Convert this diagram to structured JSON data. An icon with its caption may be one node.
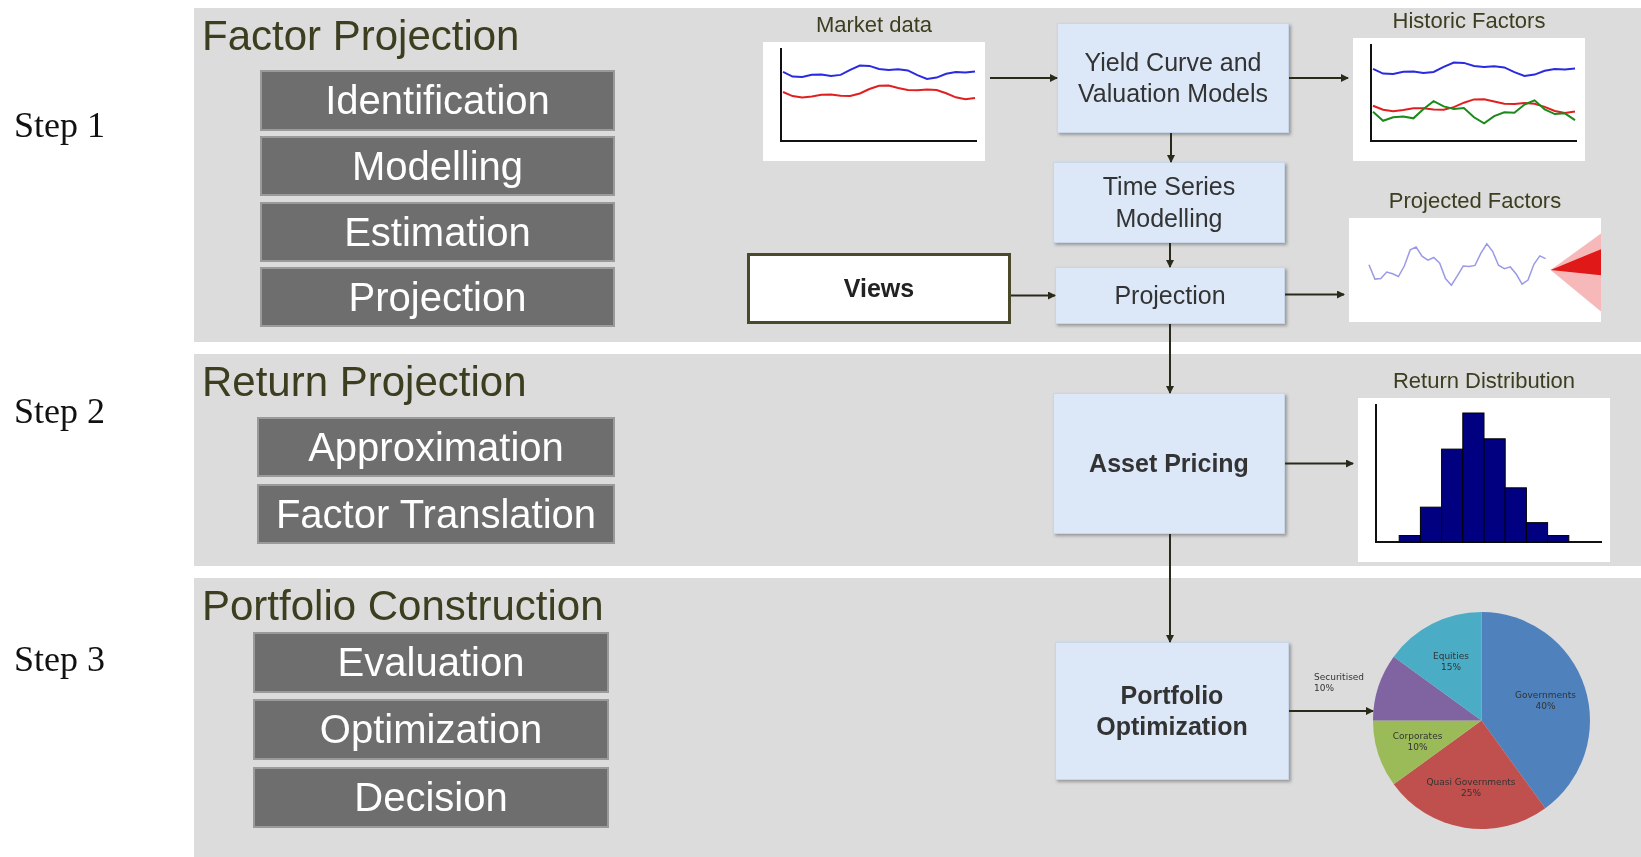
{
  "diagram": {
    "nodes": [
      {
        "text": [
          "Factor Projection"
        ],
        "beside": [
          "Step 1"
        ]
      },
      {
        "text": [
          "Identification"
        ],
        "in": 0
      },
      {
        "text": [
          "Modelling"
        ],
        "in": 0
      },
      {
        "text": [
          "Estimation"
        ],
        "in": 0
      },
      {
        "text": [
          "Projection"
        ],
        "in": 0
      },
      {
        "text": [
          "Market data"
        ],
        "in": 0
      },
      {
        "text": [
          "Yield Curve and Valuation Models"
        ],
        "in": 0
      },
      {
        "text": [
          "Historic Factors"
        ],
        "in": 0
      },
      {
        "text": [
          "Time Series Modelling"
        ],
        "in": 0
      },
      {
        "text": [
          "Views"
        ],
        "in": 0
      },
      {
        "text": [
          "Projection"
        ],
        "in": 0
      },
      {
        "text": [
          "Projected Factors"
        ],
        "in": 0
      },
      {
        "text": [
          "Return Projection"
        ],
        "beside": [
          "Step 2"
        ]
      },
      {
        "text": [
          "Approximation"
        ],
        "in": 12
      },
      {
        "text": [
          "Factor Translation"
        ],
        "in": 12
      },
      {
        "text": [
          "Asset Pricing"
        ],
        "in": 12
      },
      {
        "text": [
          "Return Distribution"
        ],
        "in": 12
      },
      {
        "text": [
          "Portfolio Construction"
        ],
        "beside": [
          "Step 3"
        ]
      },
      {
        "text": [
          "Evaluation"
        ],
        "in": 17
      },
      {
        "text": [
          "Optimization"
        ],
        "in": 17
      },
      {
        "text": [
          "Decision"
        ],
        "in": 17
      },
      {
        "text": [
          "Portfolio Optimization"
        ],
        "in": 17
      },
      {
        "text": [],
        "shape": "pie",
        "in": 17
      }
    ],
    "edges": [
      {
        "from": 5,
        "to": 6,
        "arrow": "to"
      },
      {
        "from": 6,
        "to": 7,
        "arrow": "to"
      },
      {
        "from": 6,
        "to": 8,
        "arrow": "to"
      },
      {
        "from": 8,
        "to": 10,
        "arrow": "to"
      },
      {
        "from": 9,
        "to": 10,
        "arrow": "to"
      },
      {
        "from": 10,
        "to": 11,
        "arrow": "to"
      },
      {
        "from": 10,
        "to": 15,
        "arrow": "to"
      },
      {
        "from": 15,
        "to": 16,
        "arrow": "to"
      },
      {
        "from": 15,
        "to": 21,
        "arrow": "to"
      },
      {
        "from": 21,
        "to": 22,
        "arrow": "to"
      }
    ],
    "chart_data": {
      "type": "pie",
      "categories": [
        "Governments",
        "Quasi Governments",
        "Corporates",
        "Securitised",
        "Equities"
      ],
      "values": [
        40,
        25,
        10,
        10,
        15
      ],
      "value_labels": [
        "40%",
        "25%",
        "10%",
        "10%",
        "15%"
      ],
      "data_labels": true
    }
  }
}
